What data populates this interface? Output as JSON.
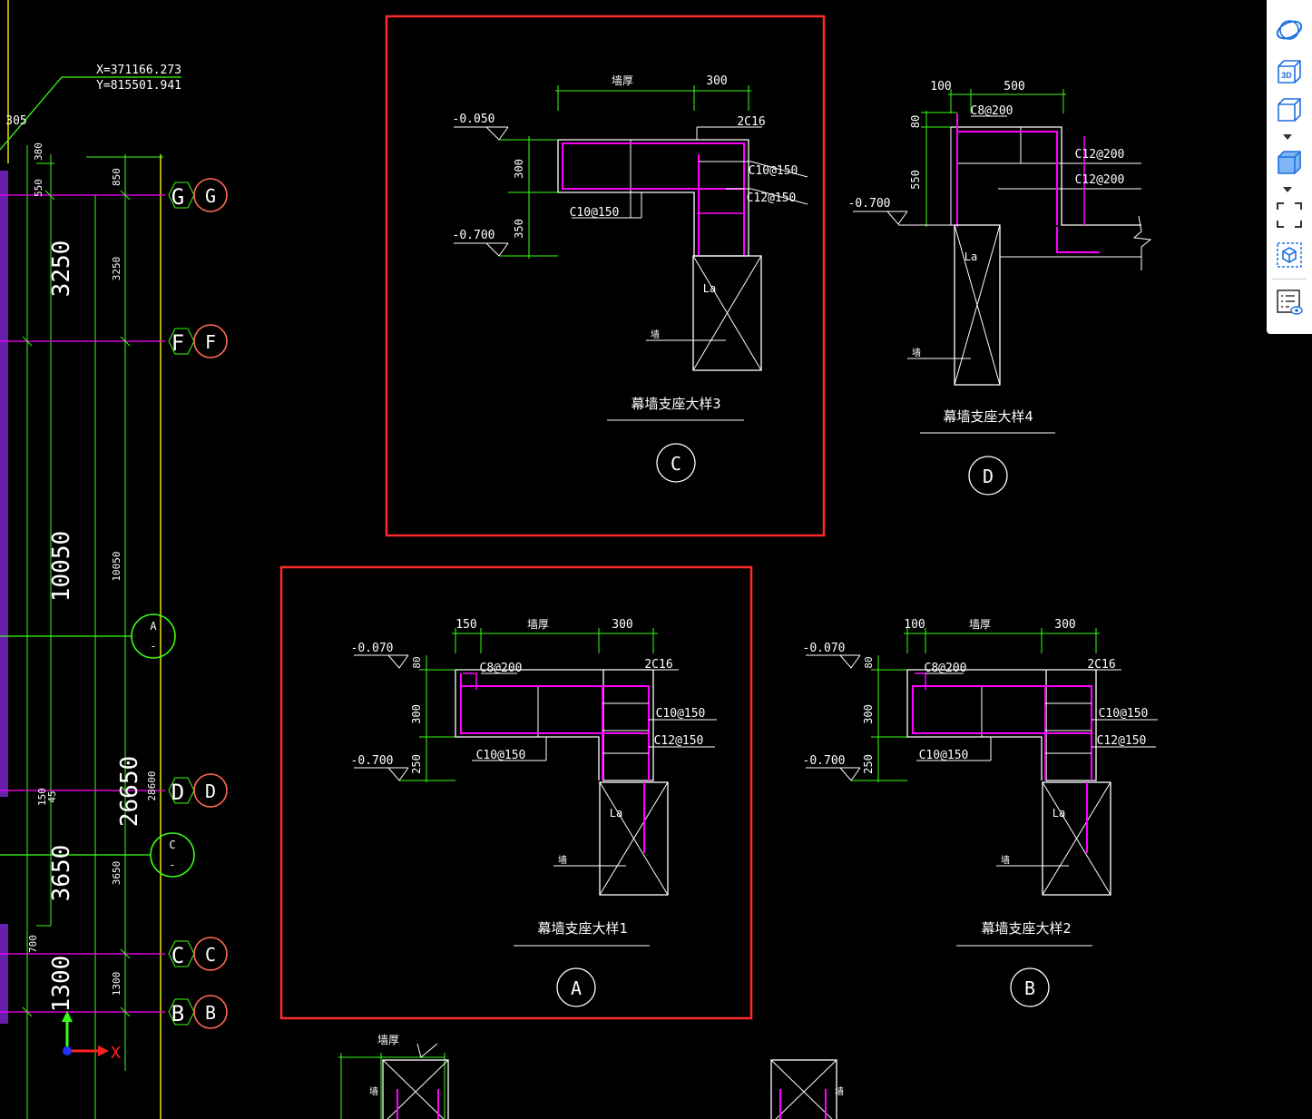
{
  "coords": {
    "x": "X=371166.273",
    "y": "Y=815501.941"
  },
  "axis": {
    "x_label": "X"
  },
  "colors": {
    "background": "#000000",
    "frame": "#ff2a2a",
    "rebar": "#ff00ff",
    "dim": "#39ff14",
    "line": "#ffffff",
    "axis_yellow": "#e6e600",
    "grid_bubble": "#ff6a55",
    "section_bubble": "#39ff14",
    "accent": "#1f6fe0"
  },
  "left_dims": {
    "d305": "305",
    "d380": "380",
    "d550": "550",
    "d850": "850",
    "big_3250": "3250",
    "small_3250": "3250",
    "big_10050": "10050",
    "small_10050": "10050",
    "big_26650": "26650",
    "small_28600": "28600",
    "d150": "150",
    "d45": "45",
    "big_3650": "3650",
    "small_3650": "3650",
    "d700": "700",
    "big_1300": "1300",
    "small_1300": "1300"
  },
  "grid_axes": [
    {
      "id": "G",
      "label": "G"
    },
    {
      "id": "F",
      "label": "F"
    },
    {
      "id": "D",
      "label": "D"
    },
    {
      "id": "C",
      "label": "C"
    },
    {
      "id": "B",
      "label": "B"
    }
  ],
  "section_markers": [
    {
      "id": "A",
      "top": "A",
      "bottom": "-"
    },
    {
      "id": "C",
      "top": "C",
      "bottom": "-"
    }
  ],
  "detail_C": {
    "dim_top_left": "墙厚",
    "dim_top_right": "300",
    "elev_top": "-0.050",
    "elev_bottom": "-0.700",
    "dim_300": "300",
    "dim_350": "350",
    "rebar_top": "2C16",
    "rebar_1": "C10@150",
    "rebar_2": "C12@150",
    "rebar_3": "C10@150",
    "la": "La",
    "col": "墙",
    "caption": "幕墙支座大样3",
    "bubble": "C"
  },
  "detail_D": {
    "dim_100": "100",
    "dim_500": "500",
    "dim_80": "80",
    "dim_550": "550",
    "rebar_top": "C8@200",
    "rebar_1": "C12@200",
    "rebar_2": "C12@200",
    "elev": "-0.700",
    "la": "La",
    "col": "墙",
    "caption": "幕墙支座大样4",
    "bubble": "D"
  },
  "detail_A": {
    "dim_150": "150",
    "dim_mid": "墙厚",
    "dim_300": "300",
    "elev_top": "-0.070",
    "elev_bottom": "-0.700",
    "dim_80": "80",
    "dim_300v": "300",
    "dim_250": "250",
    "rebar_top": "C8@200",
    "rebar_2c16": "2C16",
    "rebar_1": "C10@150",
    "rebar_2": "C12@150",
    "rebar_3": "C10@150",
    "la": "La",
    "col": "墙",
    "caption": "幕墙支座大样1",
    "bubble": "A"
  },
  "detail_B": {
    "dim_100": "100",
    "dim_mid": "墙厚",
    "dim_300": "300",
    "elev_top": "-0.070",
    "elev_bottom": "-0.700",
    "dim_80": "80",
    "dim_300v": "300",
    "dim_250": "250",
    "rebar_top": "C8@200",
    "rebar_2c16": "2C16",
    "rebar_1": "C10@150",
    "rebar_2": "C12@150",
    "rebar_3": "C10@150",
    "la": "La",
    "col": "墙",
    "caption": "幕墙支座大样2",
    "bubble": "B"
  },
  "bottom_partial": {
    "dim": "墙厚",
    "col1": "墙",
    "col2": "墙"
  },
  "toolbar": {
    "items": [
      {
        "name": "orbit-button",
        "icon": "orbit-icon"
      },
      {
        "name": "view-3d-button",
        "icon": "3d-box-icon",
        "label": "3D"
      },
      {
        "name": "view-cube-button",
        "icon": "cube-outline-icon"
      },
      {
        "name": "shaded-cube-button",
        "icon": "cube-filled-icon"
      },
      {
        "name": "fullscreen-button",
        "icon": "fullscreen-corners-icon"
      },
      {
        "name": "model-view-button",
        "icon": "box-dashed-icon"
      },
      {
        "name": "properties-button",
        "icon": "list-eye-icon"
      }
    ]
  }
}
